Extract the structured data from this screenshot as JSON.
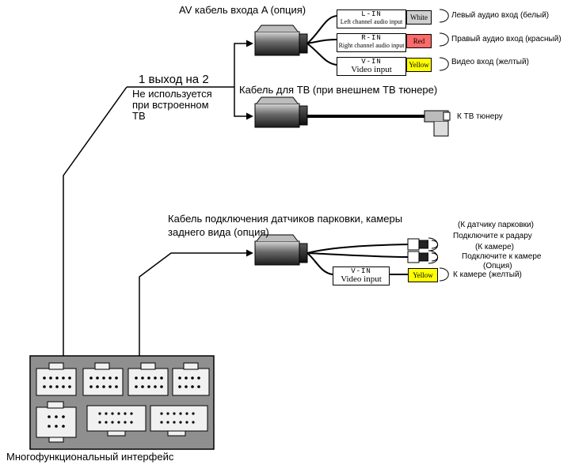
{
  "labels": {
    "av_cable": "AV кабель входа A (опция)",
    "split": "1 выход на 2",
    "not_used": [
      "Не используется",
      "при встроенном",
      "ТВ"
    ],
    "tv_cable": "Кабель для ТВ (при внешнем ТВ тюнере)",
    "to_tuner": "К ТВ тюнеру",
    "parking_cable": [
      "Кабель подключения датчиков парковки, камеры",
      "заднего вида (опция)"
    ],
    "to_parking_sensor": "(К датчику парковки)",
    "connect_radar": "Подключите к радару",
    "to_camera": "(К камере)",
    "connect_camera": "Подключите к  камере",
    "option": "(Опция)",
    "camera_yellow": "К камере (желтый)",
    "multi_interface": "Многофункциональный интерфейс"
  },
  "av_inputs": [
    {
      "code": "L-IN",
      "desc": "Left channel audio input",
      "plug": "White",
      "color": "#cfcfcf",
      "out": "Левый аудио вход (белый)"
    },
    {
      "code": "R-IN",
      "desc": "Right channel audio input",
      "plug": "Red",
      "color": "#ff6a6a",
      "out": "Правый аудио вход (красный)"
    },
    {
      "code": "V-IN",
      "desc": "Video input",
      "plug": "Yellow",
      "color": "#ffff00",
      "out": "Видео вход (желтый)"
    }
  ],
  "camera_input": {
    "code": "V-IN",
    "desc": "Video input",
    "plug": "Yellow",
    "color": "#ffff00"
  }
}
